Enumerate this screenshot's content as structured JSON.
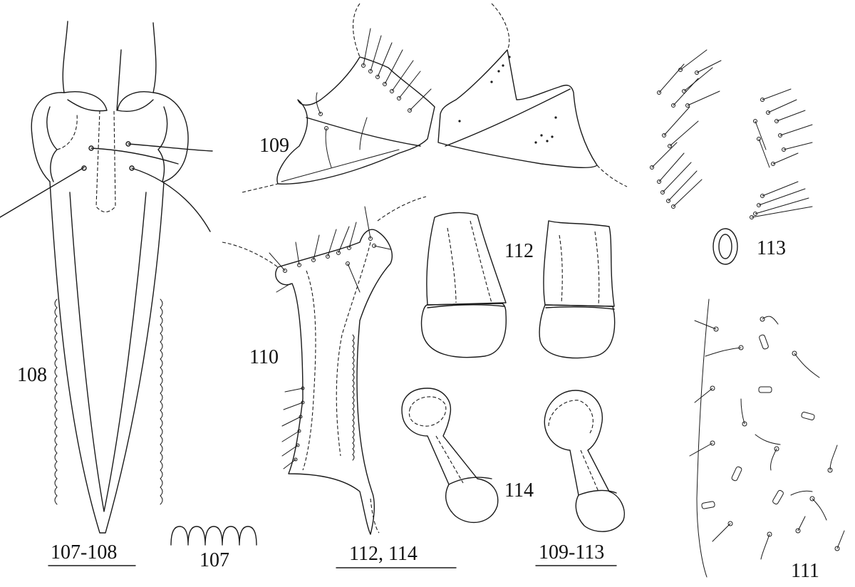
{
  "figures": {
    "fig107": {
      "label": "107"
    },
    "fig108": {
      "label": "108"
    },
    "fig109": {
      "label": "109"
    },
    "fig110": {
      "label": "110"
    },
    "fig111": {
      "label": "111"
    },
    "fig112": {
      "label": "112"
    },
    "fig113": {
      "label": "113"
    },
    "fig114": {
      "label": "114"
    }
  },
  "scale_bars": [
    {
      "label": "107-108"
    },
    {
      "label": "112, 114"
    },
    {
      "label": "109-113"
    }
  ],
  "colors": {
    "ink": "#1a1a1a",
    "background": "#ffffff"
  }
}
